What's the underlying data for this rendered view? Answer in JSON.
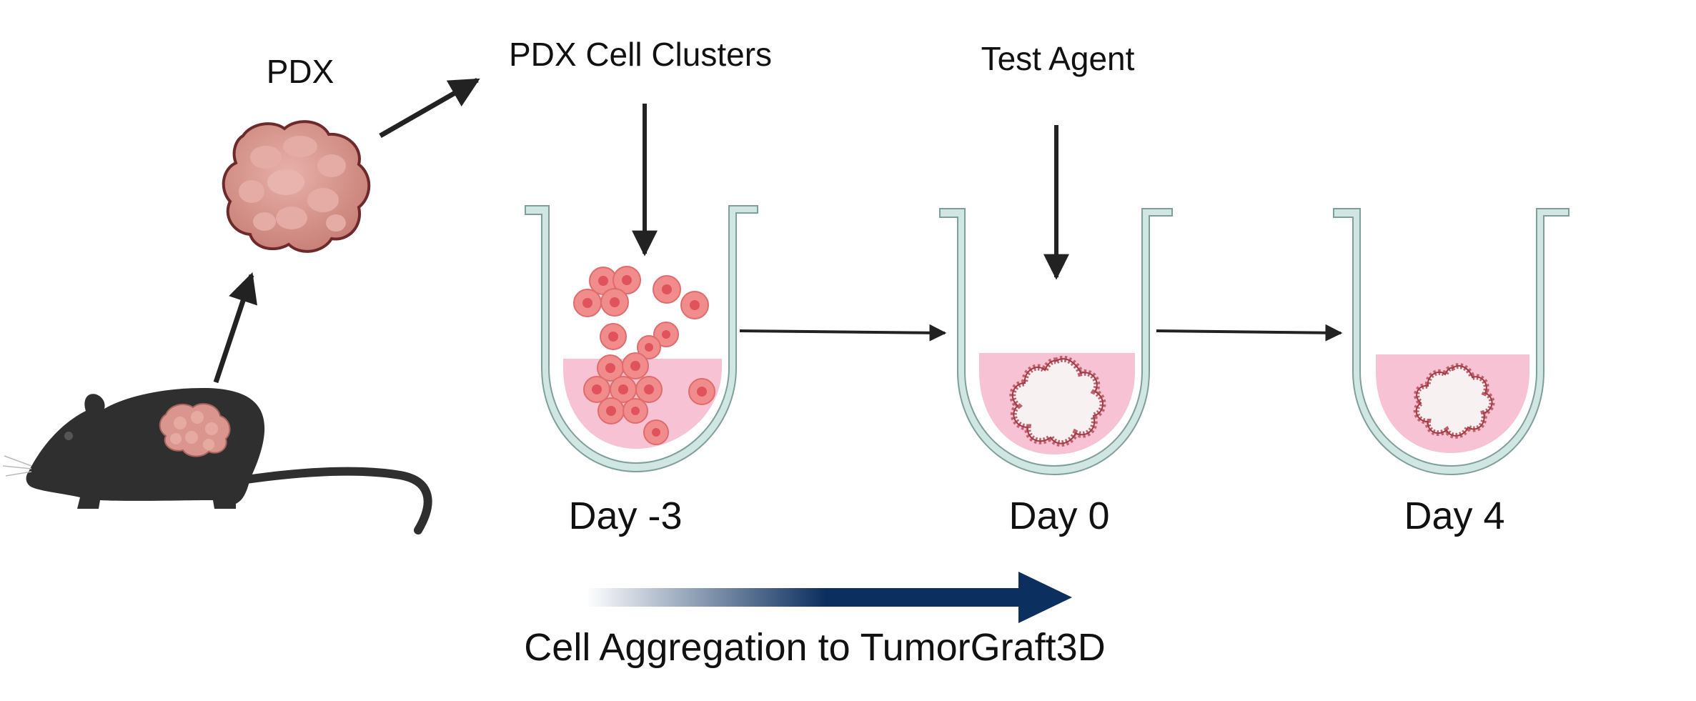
{
  "labels": {
    "pdx": "PDX",
    "clusters": "PDX Cell Clusters",
    "agent": "Test Agent",
    "day_minus3": "Day -3",
    "day0": "Day 0",
    "day4": "Day 4",
    "aggregation": "Cell Aggregation to TumorGraft3D"
  },
  "colors": {
    "mouse": "#2f2f2f",
    "tumor_fill": "#d9958e",
    "tumor_outline": "#6e2a2a",
    "well_wall": "#cfe6e2",
    "well_stroke": "#7f9f9a",
    "media": "#f7c2d3",
    "cell": "#f08c8c",
    "cell_nucleus": "#e0525c",
    "spheroid_rim": "#c0606a",
    "spheroid_core": "#f8f1f1",
    "progress_arrow": "#0b2f5e",
    "arrow": "#222222"
  }
}
